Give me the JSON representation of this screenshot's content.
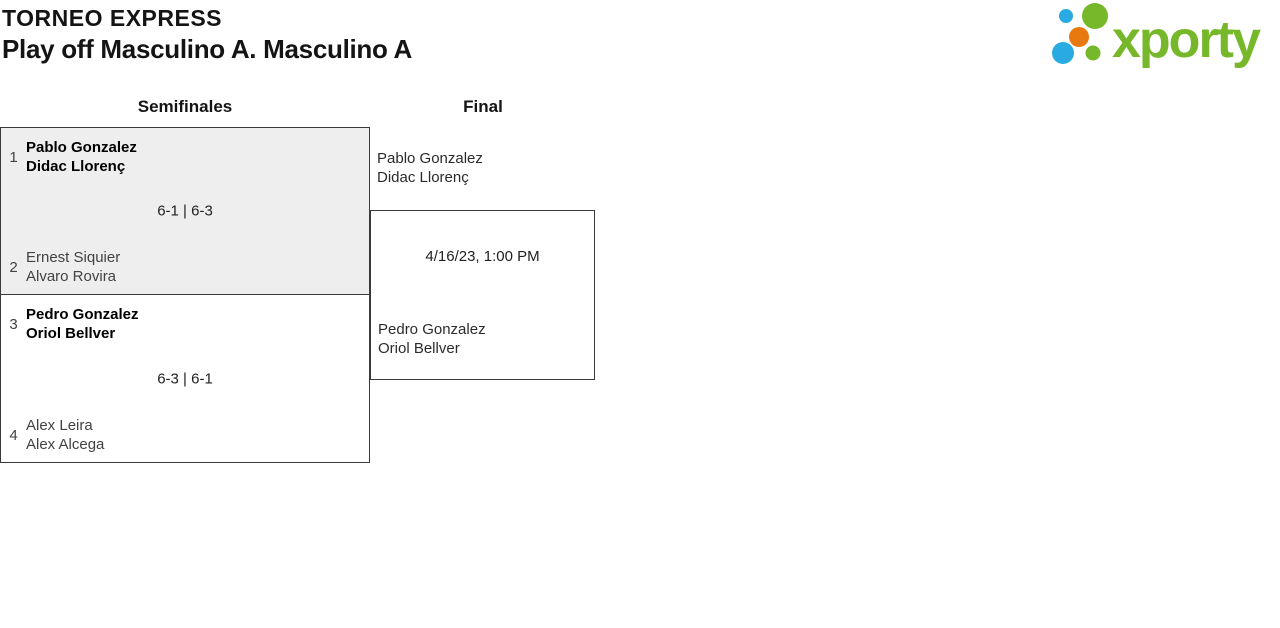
{
  "app": {
    "title": "TORNEO EXPRESS",
    "subtitle": "Play off Masculino A. Masculino A"
  },
  "logo": {
    "wordmark": "xporty",
    "green": "#76b82a",
    "blue": "#29abe2",
    "orange": "#e8790f"
  },
  "ui": {
    "card_bg": "#eeeeee",
    "border_color": "#3a3a3a"
  },
  "rounds": [
    {
      "label": "Semifinales",
      "matches": [
        {
          "top": {
            "seed": "1",
            "line1": "Pablo Gonzalez",
            "line2": "Didac Llorenç",
            "winner": true
          },
          "score": "6-1 | 6-3",
          "bottom": {
            "seed": "2",
            "line1": "Ernest Siquier",
            "line2": "Alvaro Rovira",
            "winner": false
          }
        },
        {
          "top": {
            "seed": "3",
            "line1": "Pedro Gonzalez",
            "line2": "Oriol Bellver",
            "winner": true
          },
          "score": "6-3 | 6-1",
          "bottom": {
            "seed": "4",
            "line1": "Alex Leira",
            "line2": "Alex Alcega",
            "winner": false
          }
        }
      ]
    },
    {
      "label": "Final",
      "matches": [
        {
          "top": {
            "line1": "Pablo Gonzalez",
            "line2": "Didac Llorenç"
          },
          "schedule": "4/16/23, 1:00 PM",
          "bottom": {
            "line1": "Pedro Gonzalez",
            "line2": "Oriol Bellver"
          }
        }
      ]
    }
  ]
}
